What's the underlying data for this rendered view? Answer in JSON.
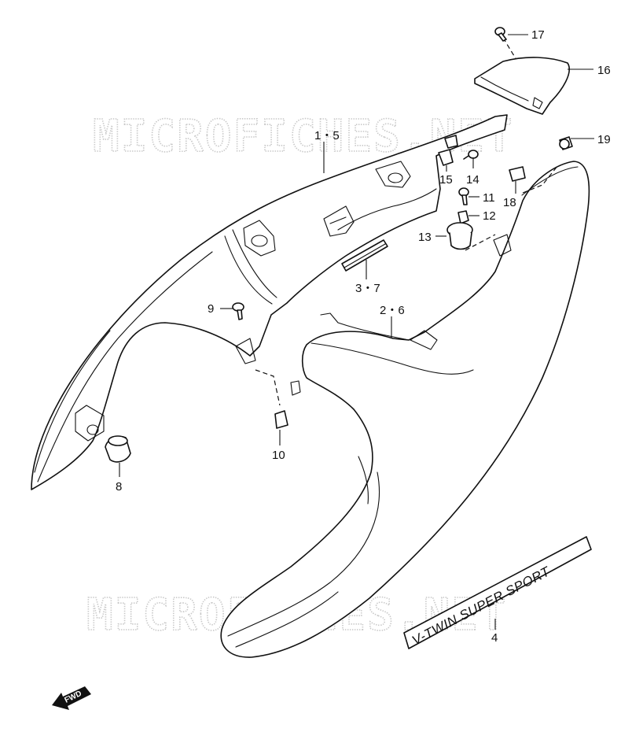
{
  "watermark": {
    "text": "MICROFICHES.NET"
  },
  "decal": {
    "text": "V-TWIN SUPER SPORT"
  },
  "fwd_arrow": {
    "label": "FWD"
  },
  "callouts": [
    {
      "id": "17",
      "label": "17"
    },
    {
      "id": "16",
      "label": "16"
    },
    {
      "id": "19",
      "label": "19"
    },
    {
      "id": "1-5",
      "label": "1・5"
    },
    {
      "id": "15",
      "label": "15"
    },
    {
      "id": "14",
      "label": "14"
    },
    {
      "id": "18",
      "label": "18"
    },
    {
      "id": "11",
      "label": "11"
    },
    {
      "id": "12",
      "label": "12"
    },
    {
      "id": "13",
      "label": "13"
    },
    {
      "id": "3-7",
      "label": "3・7"
    },
    {
      "id": "9",
      "label": "9"
    },
    {
      "id": "2-6",
      "label": "2・6"
    },
    {
      "id": "10",
      "label": "10"
    },
    {
      "id": "8",
      "label": "8"
    },
    {
      "id": "4",
      "label": "4"
    }
  ]
}
